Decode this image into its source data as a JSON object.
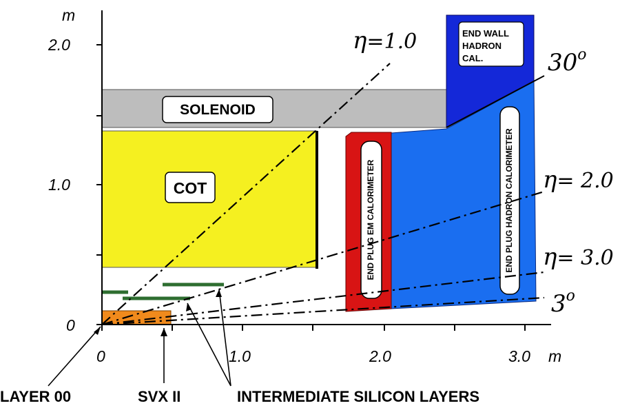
{
  "axes": {
    "y_unit": "m",
    "x_unit": "m",
    "y_ticks": [
      "2.0",
      "1.0",
      "0"
    ],
    "x_ticks": [
      "0",
      "1.0",
      "2.0",
      "3.0"
    ]
  },
  "components": {
    "solenoid": "SOLENOID",
    "cot": "COT",
    "end_wall": [
      "END WALL",
      "HADRON",
      "CAL."
    ],
    "plug_em": "END PLUG EM CALORIMETER",
    "plug_hadron": "END PLUG HADRON CALORIMETER"
  },
  "lines": {
    "eta1": {
      "symbol": "η",
      "text": "=1.0"
    },
    "eta2": {
      "symbol": "η",
      "text": "= 2.0"
    },
    "eta3": {
      "symbol": "η",
      "text": "= 3.0"
    },
    "angle30": {
      "value": "30",
      "degree": "o"
    },
    "angle3": {
      "value": "3",
      "degree": "o"
    }
  },
  "bottom_labels": {
    "layer00": "LAYER 00",
    "svx": "SVX II",
    "intermediate": "INTERMEDIATE SILICON LAYERS"
  },
  "colors": {
    "solenoid": "#bdbdbd",
    "cot": "#f5f020",
    "end_wall": "#1428d8",
    "plug_hadron": "#1a6ef0",
    "plug_em": "#d81414",
    "silicon": "#2e6e30",
    "layer00": "#f08a1c"
  }
}
